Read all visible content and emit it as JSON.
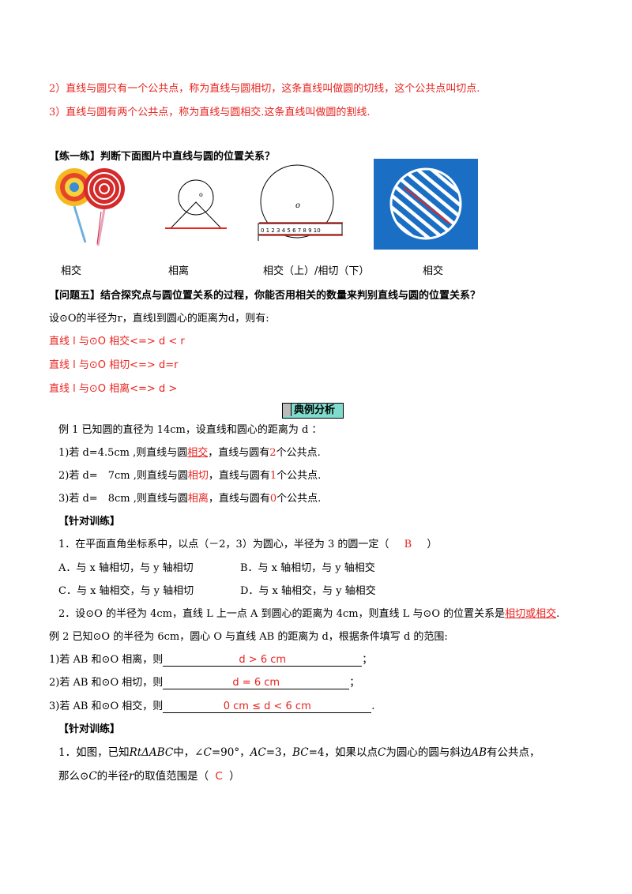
{
  "top": {
    "line2": "2）直线与圆只有一个公共点，称为直线与圆相切，这条直线叫做圆的切线，这个公共点叫切点.",
    "line3": "3）直线与圆有两个公共点，称为直线与圆相交.这条直线叫做圆的割线."
  },
  "practice": {
    "title": "【练一练】判断下面图片中直线与圆的位置关系？",
    "captions": [
      "相交",
      "相离",
      "相交（上）/相切（下）",
      "相交"
    ],
    "ruler_digits": "0 1 2 3 4 5 6 7 8 9 10",
    "circle_label": "o"
  },
  "q5": {
    "title": "【问题五】结合探究点与圆位置关系的过程，你能否用相关的数量来判别直线与圆的位置关系？",
    "intro": "设⊙O的半径为r，直线l到圆心的距离为d，则有:",
    "r1": "直线 l 与⊙O 相交<=> d < r",
    "r2": "直线 l 与⊙O 相切<=> d=r",
    "r3": "直线 l 与⊙O 相离<=> d >"
  },
  "section_header": "典例分析",
  "ex1": {
    "stem": "例 1  已知圆的直径为 14cm，设直线和圆心的距离为 d ：",
    "a_pre": "1)若 d=4.5cm ,则直线与圆",
    "a_ans": "相交",
    "a_mid": "，直线与圆有",
    "a_num": "2",
    "a_post": "个公共点.",
    "b_pre": "2)若 d=　7cm ,则直线与圆",
    "b_ans": "相切",
    "b_mid": "，直线与圆有",
    "b_num": "1",
    "b_post": "个公共点.",
    "c_pre": "3)若 d=　8cm ,则直线与圆",
    "c_ans": "相离",
    "c_mid": "，直线与圆有",
    "c_num": "0",
    "c_post": "个公共点."
  },
  "train1": {
    "title": "【针对训练】",
    "q1": "1．在平面直角坐标系中，以点（－2，3）为圆心，半径为 3 的圆一定（",
    "q1_ans": "B",
    "q1_close": "）",
    "optA": "A．与 x 轴相切，与 y 轴相切",
    "optB": "B．与 x 轴相切，与 y 轴相交",
    "optC": "C．与 x 轴相交，与 y 轴相切",
    "optD": "D．与 x 轴相交，与 y 轴相交",
    "q2": "2．设⊙O 的半径为 4cm，直线 L 上一点 A 到圆心的距离为 4cm，则直线 L 与⊙O 的位置关系是",
    "q2_ans": "相切或相交",
    "q2_end": "."
  },
  "ex2": {
    "stem": "例 2  已知⊙O 的半径为 6cm，圆心 O 与直线 AB 的距离为 d，根据条件填写 d 的范围:",
    "a_pre": "1)若 AB 和⊙O 相离，则",
    "a_ans": "d  >  6  cm",
    "a_end": "；",
    "b_pre": "2)若 AB 和⊙O 相切，则",
    "b_ans": "d  =  6  cm",
    "b_end": "；",
    "c_pre": "3)若 AB 和⊙O 相交，则",
    "c_ans": "0  cm  ≤  d  <  6  cm",
    "c_end": "."
  },
  "train2": {
    "title": "【针对训练】",
    "q1_a": "1．如图，已知",
    "q1_tri": "RtΔABC",
    "q1_b": "中，∠",
    "q1_c": "C",
    "q1_d": "=90°，",
    "q1_ac": "AC",
    "q1_e": "=3，",
    "q1_bc": "BC",
    "q1_f": "=4，如果以点",
    "q1_c2": "C",
    "q1_g": "为圆心的圆与斜边",
    "q1_ab": "AB",
    "q1_h": "有公共点，",
    "q1_line2a": "那么⊙",
    "q1_c3": "C",
    "q1_line2b": "的半径",
    "q1_r": "r",
    "q1_line2c": "的取值范围是（",
    "q1_ans": "C",
    "q1_close": "）"
  }
}
